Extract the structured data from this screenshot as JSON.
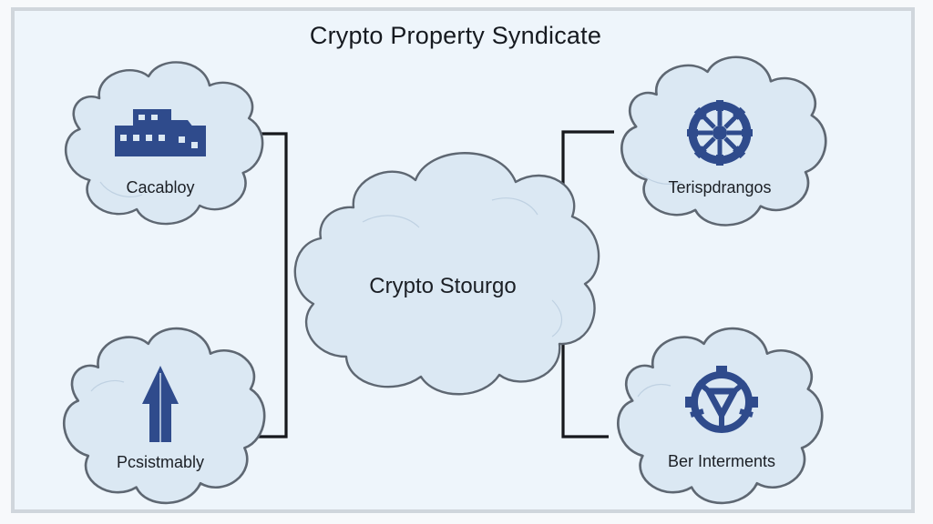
{
  "title": "Crypto Property Syndicate",
  "center": {
    "label": "Crypto Stourgo"
  },
  "nodes": [
    {
      "id": "top-left",
      "label": "Cacabloy",
      "icon": "building-icon"
    },
    {
      "id": "bottom-left",
      "label": "Pcsistmably",
      "icon": "arrow-up-icon"
    },
    {
      "id": "top-right",
      "label": "Terispdrangos",
      "icon": "gear-wheel-icon"
    },
    {
      "id": "bottom-right",
      "label": "Ber Interments",
      "icon": "network-hub-icon"
    }
  ],
  "colors": {
    "cloud_fill": "#dbe8f3",
    "cloud_stroke": "#5e6772",
    "icon": "#2f4b8c",
    "connector": "#16181c",
    "background": "#eef5fb"
  }
}
